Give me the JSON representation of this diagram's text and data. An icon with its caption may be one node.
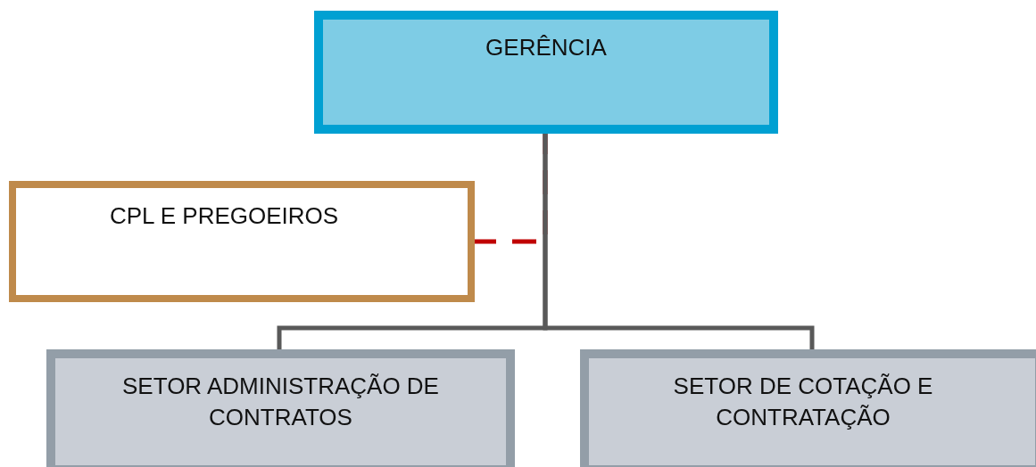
{
  "diagram": {
    "nodes": [
      {
        "text": [
          "GERÊNCIA"
        ]
      },
      {
        "text": [
          "CPL E PREGOEIROS"
        ]
      },
      {
        "text": [
          "SETOR ADMINISTRAÇÃO DE CONTRATOS"
        ]
      },
      {
        "text": [
          "SETOR DE COTAÇÃO E CONTRATAÇÃO"
        ]
      }
    ],
    "edges": [
      {
        "from": 0,
        "to": 1,
        "arrow": "none",
        "style": "dashed",
        "color": "#c00000"
      },
      {
        "from": 0,
        "to": 2,
        "arrow": "none"
      },
      {
        "from": 0,
        "to": 3,
        "arrow": "none"
      }
    ]
  }
}
